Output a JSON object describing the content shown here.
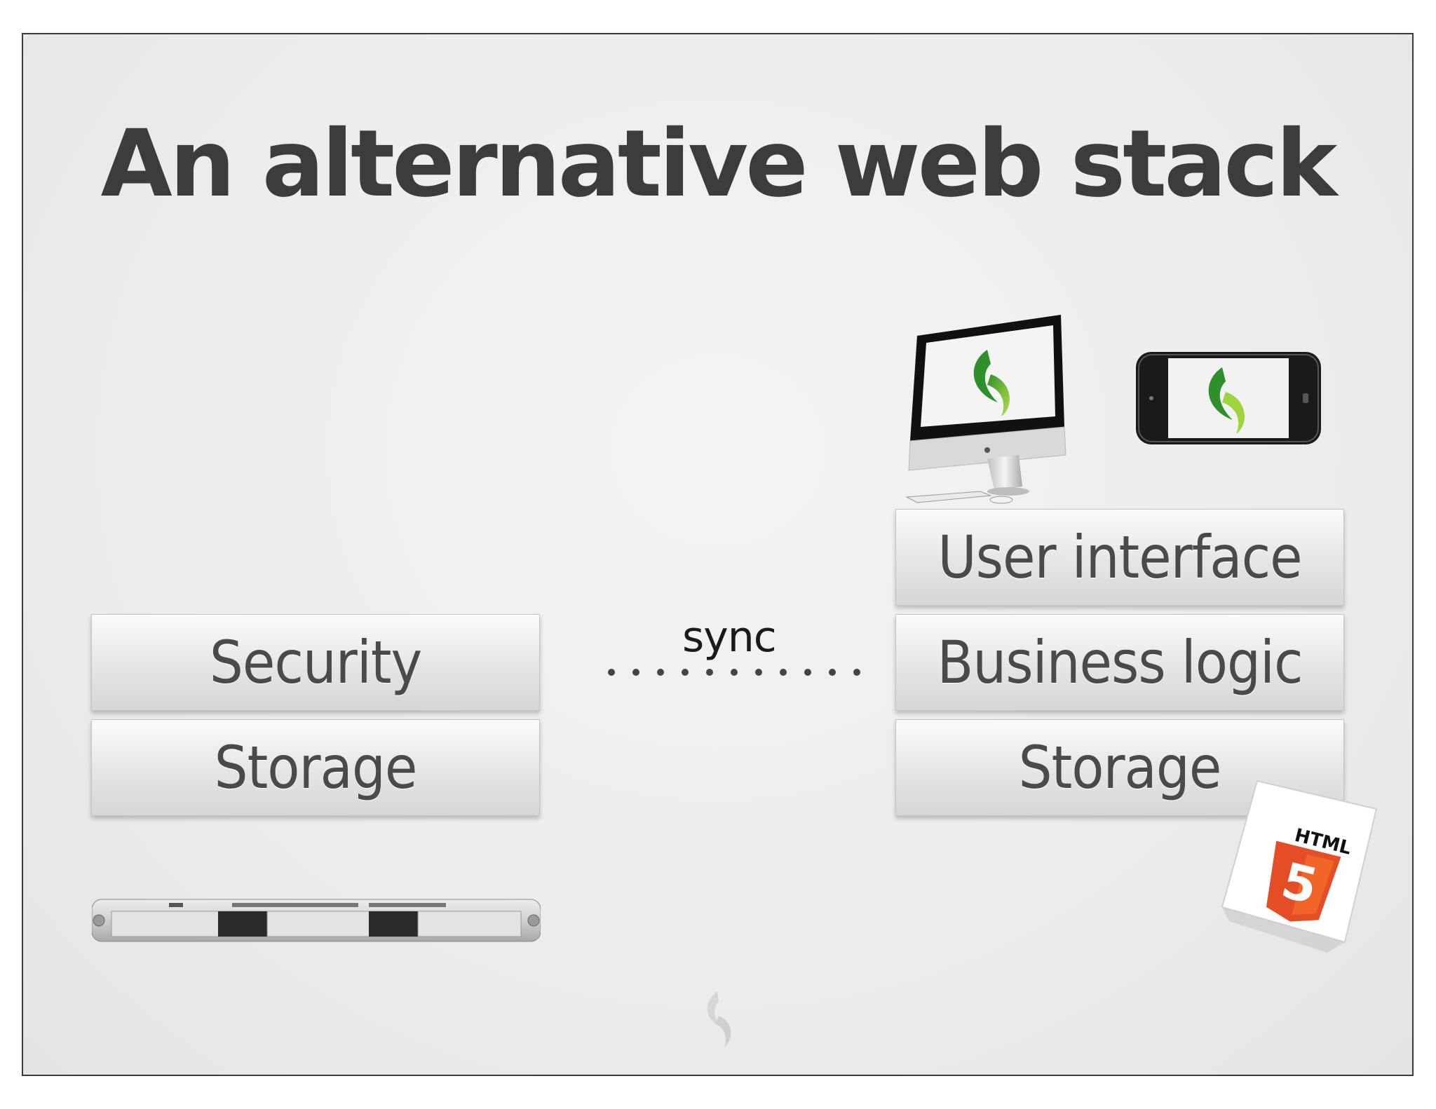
{
  "slide": {
    "title": "An alternative web stack"
  },
  "server_stack": {
    "layers": [
      "Security",
      "Storage"
    ]
  },
  "client_stack": {
    "layers": [
      "User interface",
      "Business logic",
      "Storage"
    ]
  },
  "connector": {
    "label": "sync"
  },
  "badge": {
    "text": "HTML",
    "number": "5"
  },
  "icons": {
    "server": "rack-server-icon",
    "desktop": "imac-desktop-icon",
    "phone": "iphone-icon",
    "html5": "html5-logo-icon",
    "logo": "sencha-logo-icon"
  },
  "colors": {
    "title": "#3c3c3c",
    "block_text": "#4a4a4a",
    "logo_green": "#6cbf2b",
    "html5_orange": "#e44d26"
  }
}
